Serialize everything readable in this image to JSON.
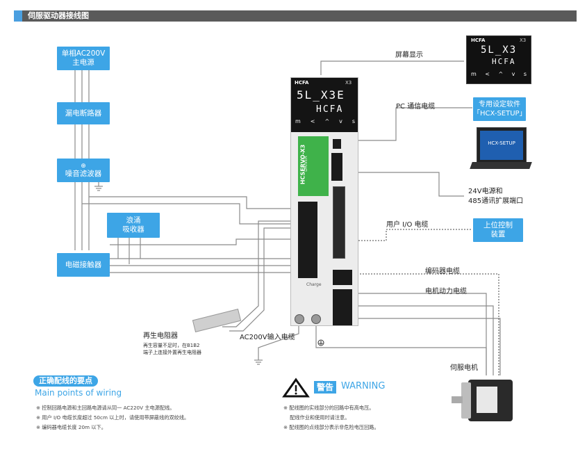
{
  "header": {
    "title": "伺服驱动器接线图"
  },
  "left_boxes": {
    "power": "单相AC200V\n主电源",
    "breaker": "漏电断路器",
    "ground_symbol": "⊕",
    "filter": "噪音滤波器",
    "surge": "浪涌\n吸收器",
    "contactor": "电磁接触器"
  },
  "right_boxes": {
    "software": "专用设定软件\n「HCX-SETUP」",
    "controller": "上位控制\n装置"
  },
  "laptop": {
    "screen_text": "HCX-SETUP"
  },
  "display_panel": {
    "brand": "HCFA",
    "model": "X3",
    "line1": "5L_X3",
    "line2": "HCFA",
    "keys": [
      "m",
      "<",
      "^",
      "v",
      "s"
    ]
  },
  "drive": {
    "brand": "HCFA",
    "model": "X3",
    "display_line1": "5L_X3E",
    "display_line2": "HCFA",
    "side_text": "HCSERVO-X3",
    "side_sub": "DRIVER",
    "charge_label": "Charge",
    "keys": [
      "m",
      "<",
      "^",
      "v",
      "s"
    ]
  },
  "labels": {
    "screen": "屏幕显示",
    "pc_cable": "PC 通信电缆",
    "power24": "24V电源和\n485通讯扩展端口",
    "io_cable": "用户  I/O 电缆",
    "encoder_cable": "编码器电缆",
    "motor_power_cable": "电机动力电缆",
    "servo_motor": "伺服电机",
    "regen_resistor": "再生电阻器",
    "regen_note": "再生容量不足时，在B1B2\n端子上连接外置再生电阻器",
    "ac_input": "AC200V输入电缆"
  },
  "wiring_points": {
    "title": "正确配线的要点",
    "subtitle": "Main points of wiring",
    "notes": [
      "※ 控制回路电源和主回路电源请从同一 AC220V 主电源配线。",
      "※ 用户 I/O 电缆长度超过 50cm 以上时，请使用带屏蔽线的双绞线。",
      "※ 编码器电缆长度 20m 以下。"
    ]
  },
  "warning": {
    "title_cn": "警告",
    "title_en": "WARNING",
    "notes": [
      "※ 配线图的实线部分的回路中有高电压。",
      "    配线作业和使用时请注意。",
      "※ 配线图的点线部分表示非危险电压回路。"
    ]
  },
  "colors": {
    "accent": "#3da5e6",
    "header": "#5a5a5a",
    "wire": "#888888"
  }
}
